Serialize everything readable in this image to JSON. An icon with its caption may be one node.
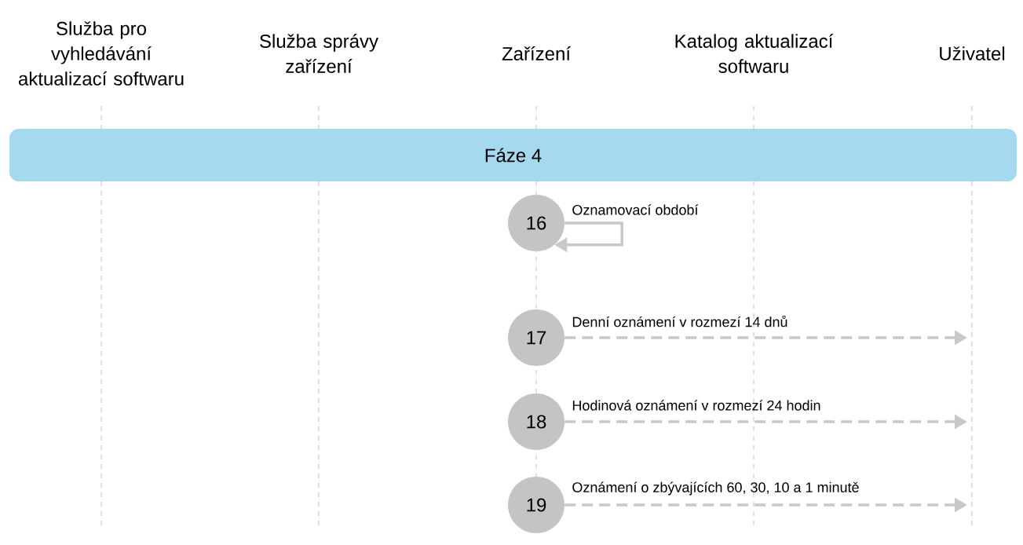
{
  "diagram": {
    "nodes": [
      {
        "text": [
          "Služba pro vyhledávání aktualizací softwaru"
        ]
      },
      {
        "text": [
          "Služba správy zařízení"
        ]
      },
      {
        "text": [
          "Zařízení"
        ]
      },
      {
        "text": [
          "Katalog aktualizací softwaru"
        ]
      },
      {
        "text": [
          "Uživatel"
        ]
      },
      {
        "text": [
          "Fáze 4"
        ]
      },
      {
        "text": [
          "16"
        ]
      },
      {
        "text": [
          "17"
        ]
      },
      {
        "text": [
          "18"
        ]
      },
      {
        "text": [
          "19"
        ]
      }
    ],
    "edges": [
      {
        "from": 6,
        "to": 6,
        "arrow": "to",
        "label": "Oznamovací období"
      },
      {
        "from": 7,
        "to": null,
        "arrow": "to",
        "style": "dashed",
        "label": "Denní oznámení v rozmezí 14 dnů"
      },
      {
        "from": 8,
        "to": null,
        "arrow": "to",
        "style": "dashed",
        "label": "Hodinová oznámení v rozmezí 24 hodin"
      },
      {
        "from": 9,
        "to": null,
        "arrow": "to",
        "style": "dashed",
        "label": "Oznámení o zbývajících 60, 30, 10 a 1 minutě"
      }
    ]
  }
}
